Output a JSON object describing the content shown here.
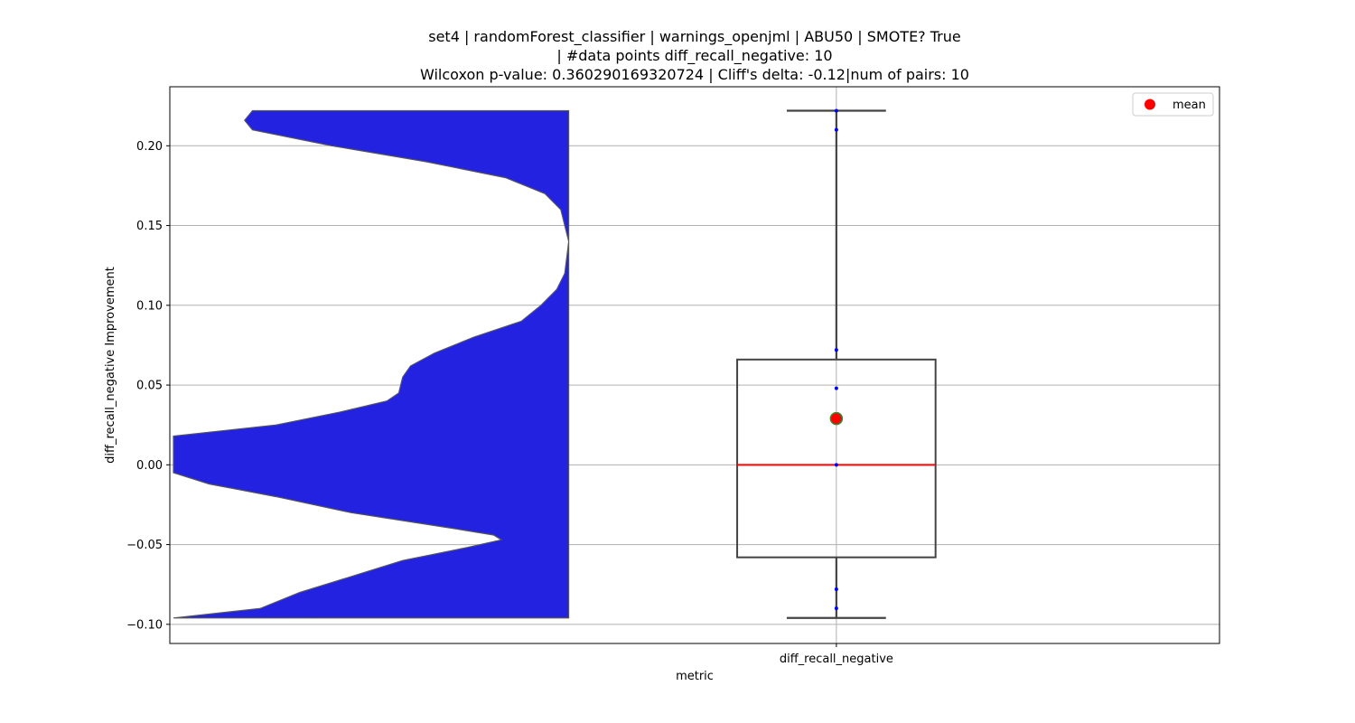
{
  "chart_data": {
    "type": "violin+box",
    "title_lines": [
      "set4 | randomForest_classifier | warnings_openjml | ABU50 | SMOTE? True",
      "| #data points diff_recall_negative: 10",
      "Wilcoxon p-value: 0.360290169320724 | Cliff's delta: -0.12|num of pairs: 10"
    ],
    "xlabel": "metric",
    "ylabel": "diff_recall_negative Improvement",
    "categories": [
      "diff_recall_negative"
    ],
    "ylim": [
      -0.112,
      0.237
    ],
    "yticks": [
      -0.1,
      -0.05,
      0.0,
      0.05,
      0.1,
      0.15,
      0.2
    ],
    "ytick_labels": [
      "−0.10",
      "−0.05",
      "0.00",
      "0.05",
      "0.10",
      "0.15",
      "0.20"
    ],
    "grid": true,
    "legend": {
      "placement": "top-right",
      "entries": [
        {
          "label": "mean",
          "marker": "circle",
          "color": "#ff0000"
        }
      ]
    },
    "violin": {
      "color": "#2222e0",
      "edge_color": "#555555",
      "y_range": [
        -0.096,
        0.222
      ],
      "density": [
        [
          -0.096,
          1.0
        ],
        [
          -0.09,
          0.78
        ],
        [
          -0.08,
          0.68
        ],
        [
          -0.07,
          0.55
        ],
        [
          -0.06,
          0.42
        ],
        [
          -0.052,
          0.26
        ],
        [
          -0.047,
          0.17
        ],
        [
          -0.044,
          0.19
        ],
        [
          -0.04,
          0.29
        ],
        [
          -0.03,
          0.55
        ],
        [
          -0.02,
          0.74
        ],
        [
          -0.012,
          0.91
        ],
        [
          -0.005,
          1.0
        ],
        [
          0.005,
          1.0
        ],
        [
          0.018,
          1.0
        ],
        [
          0.025,
          0.74
        ],
        [
          0.033,
          0.58
        ],
        [
          0.04,
          0.46
        ],
        [
          0.045,
          0.43
        ],
        [
          0.055,
          0.42
        ],
        [
          0.062,
          0.4
        ],
        [
          0.07,
          0.34
        ],
        [
          0.08,
          0.24
        ],
        [
          0.09,
          0.12
        ],
        [
          0.1,
          0.07
        ],
        [
          0.11,
          0.03
        ],
        [
          0.12,
          0.01
        ],
        [
          0.14,
          0.0
        ],
        [
          0.16,
          0.02
        ],
        [
          0.17,
          0.06
        ],
        [
          0.18,
          0.16
        ],
        [
          0.19,
          0.36
        ],
        [
          0.2,
          0.6
        ],
        [
          0.21,
          0.8
        ],
        [
          0.216,
          0.82
        ],
        [
          0.222,
          0.8
        ]
      ]
    },
    "box": {
      "whisker_low": -0.096,
      "q1": -0.058,
      "median": 0.0,
      "q3": 0.066,
      "whisker_high": 0.222,
      "median_color": "#ff0000",
      "edge_color": "#444444"
    },
    "mean": {
      "value": 0.029,
      "color": "#ff0000",
      "edge_color": "#2e8b2e"
    },
    "points": [
      -0.09,
      -0.078,
      0.0,
      0.048,
      0.072,
      0.21,
      0.222
    ],
    "point_color": "#0000ff"
  }
}
